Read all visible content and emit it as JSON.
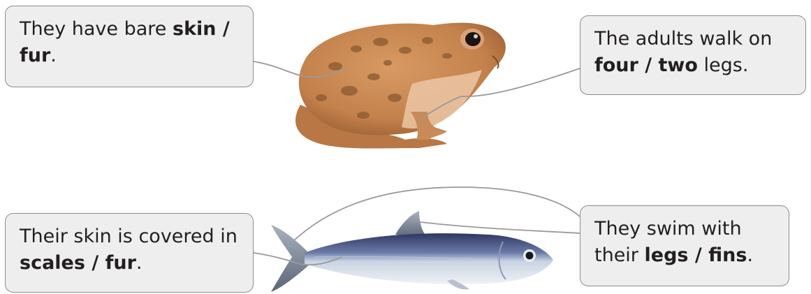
{
  "exercise": {
    "toad": {
      "skin_callout": {
        "prefix": "They have bare ",
        "option_a": "skin",
        "separator": " / ",
        "option_b": "fur",
        "suffix": "."
      },
      "legs_callout": {
        "prefix": "The adults walk on ",
        "option_a": "four",
        "separator": " / ",
        "option_b": "two",
        "suffix": " legs."
      }
    },
    "fish": {
      "skin_callout": {
        "prefix": "Their skin is covered in ",
        "option_a": "scales",
        "separator": " / ",
        "option_b": "fur",
        "suffix": "."
      },
      "fins_callout": {
        "prefix": "They swim with their ",
        "option_a": "legs",
        "separator": " / ",
        "option_b": "fins",
        "suffix": "."
      }
    }
  },
  "colors": {
    "callout_fill": "#eeeeef",
    "callout_border": "#8c8c8c",
    "connector_line": "#9a9a9a",
    "text": "#231f20",
    "toad_body": "#c98a55",
    "toad_spots": "#8a5a30",
    "toad_belly": "#ecc7a6",
    "fish_back": "#3a4470",
    "fish_belly": "#dfe6ee"
  }
}
